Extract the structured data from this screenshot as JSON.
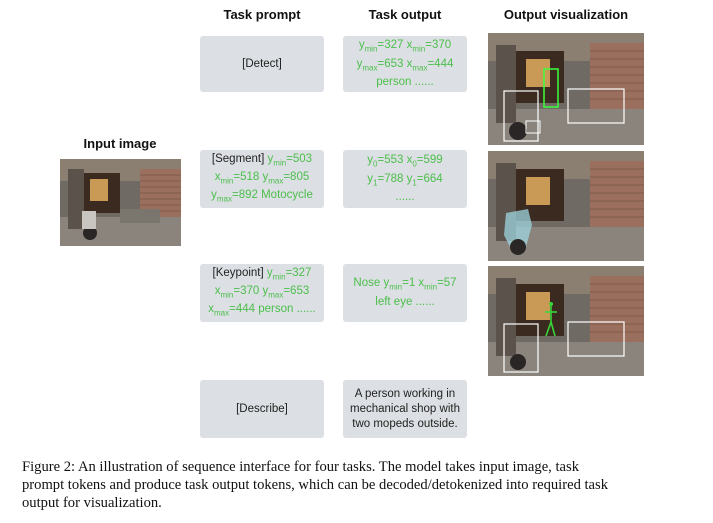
{
  "headers": {
    "task_prompt": "Task prompt",
    "task_output": "Task output",
    "output_visualization": "Output visualization"
  },
  "input_label": "Input image",
  "rows": [
    {
      "prompt": {
        "text": "[Detect]"
      },
      "output": {
        "line1": [
          "y",
          "min",
          "=327 ",
          "x",
          "min",
          "=370"
        ],
        "line2": [
          "y",
          "max",
          "=653 ",
          "x",
          "max",
          "=444"
        ],
        "line3": "person ......"
      }
    },
    {
      "prompt": {
        "tag": "[Segment] ",
        "line1": [
          "y",
          "min",
          "=503"
        ],
        "line2": [
          "x",
          "min",
          "=518 ",
          "y",
          "max",
          "=805"
        ],
        "line3": [
          "y",
          "max",
          "=892 ",
          "Motocycle"
        ]
      },
      "output": {
        "line1": [
          "y",
          "0",
          "=553 ",
          "x",
          "0",
          "=599"
        ],
        "line2": [
          "y",
          "1",
          "=788 ",
          "y",
          "1",
          "=664"
        ],
        "line3": "......"
      }
    },
    {
      "prompt": {
        "tag": "[Keypoint] ",
        "line1": [
          "y",
          "min",
          "=327"
        ],
        "line2": [
          "x",
          "min",
          "=370 ",
          "y",
          "max",
          "=653"
        ],
        "line3": [
          "x",
          "max",
          "=444 ",
          "person ......"
        ]
      },
      "output": {
        "line1a": "Nose ",
        "line1": [
          "y",
          "min",
          "=1 ",
          "x",
          "min",
          "=57"
        ],
        "line2": "left eye ......"
      }
    },
    {
      "prompt": {
        "text": "[Describe]"
      },
      "output": {
        "lines": [
          "A person working in",
          "mechanical shop with",
          "two mopeds outside."
        ]
      }
    }
  ],
  "caption": [
    "Figure 2: An illustration of sequence interface for four tasks. The model takes input image, task",
    "prompt tokens and produce task output tokens, which can be decoded/detokenized into required task",
    "output for visualization."
  ],
  "colors": {
    "box_bg": "#dcdfe3",
    "token_green": "#4cbf4c",
    "box_outline_white": "#ffffff",
    "mask_cyan": "#9fd6e0",
    "kp_green": "#39d639"
  }
}
